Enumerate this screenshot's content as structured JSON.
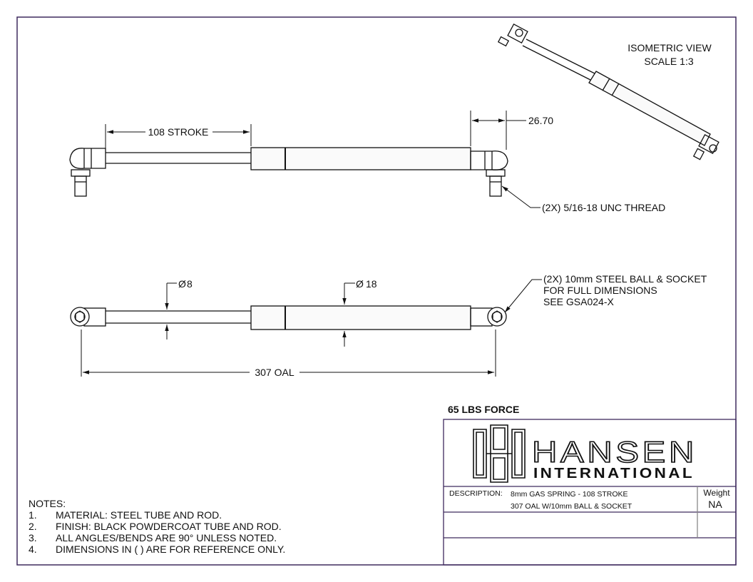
{
  "colors": {
    "border": "#3f2a5e",
    "line": "#111111",
    "accent_fill": "#f5f5f5"
  },
  "isometric_view": {
    "title": "ISOMETRIC VIEW",
    "scale": "SCALE 1:3"
  },
  "top_view": {
    "stroke_label": "108 STROKE",
    "end_dim": "26.70",
    "thread_callout": "(2X) 5/16-18 UNC THREAD"
  },
  "front_view": {
    "rod_dia": "8",
    "tube_dia": "18",
    "oal_label": "307 OAL",
    "ball_socket_callout": [
      "(2X) 10mm STEEL BALL & SOCKET",
      "FOR FULL DIMENSIONS",
      "SEE GSA024-X"
    ]
  },
  "force_label": "65 LBS FORCE",
  "title_block": {
    "logo_top": "HANSEN",
    "logo_bottom": "INTERNATIONAL",
    "description_label": "DESCRIPTION:",
    "description_line1": "8mm GAS SPRING - 108 STROKE",
    "description_line2": "307 OAL W/10mm BALL & SOCKET",
    "weight_label": "Weight",
    "weight_value": "NA"
  },
  "notes": {
    "heading": "NOTES:",
    "items": [
      {
        "num": "1.",
        "text": "MATERIAL: STEEL TUBE AND ROD."
      },
      {
        "num": "2.",
        "text": "FINISH: BLACK POWDERCOAT TUBE AND ROD."
      },
      {
        "num": "3.",
        "text": "ALL ANGLES/BENDS ARE 90° UNLESS NOTED."
      },
      {
        "num": "4.",
        "text": "DIMENSIONS IN ( ) ARE FOR REFERENCE ONLY."
      }
    ]
  }
}
